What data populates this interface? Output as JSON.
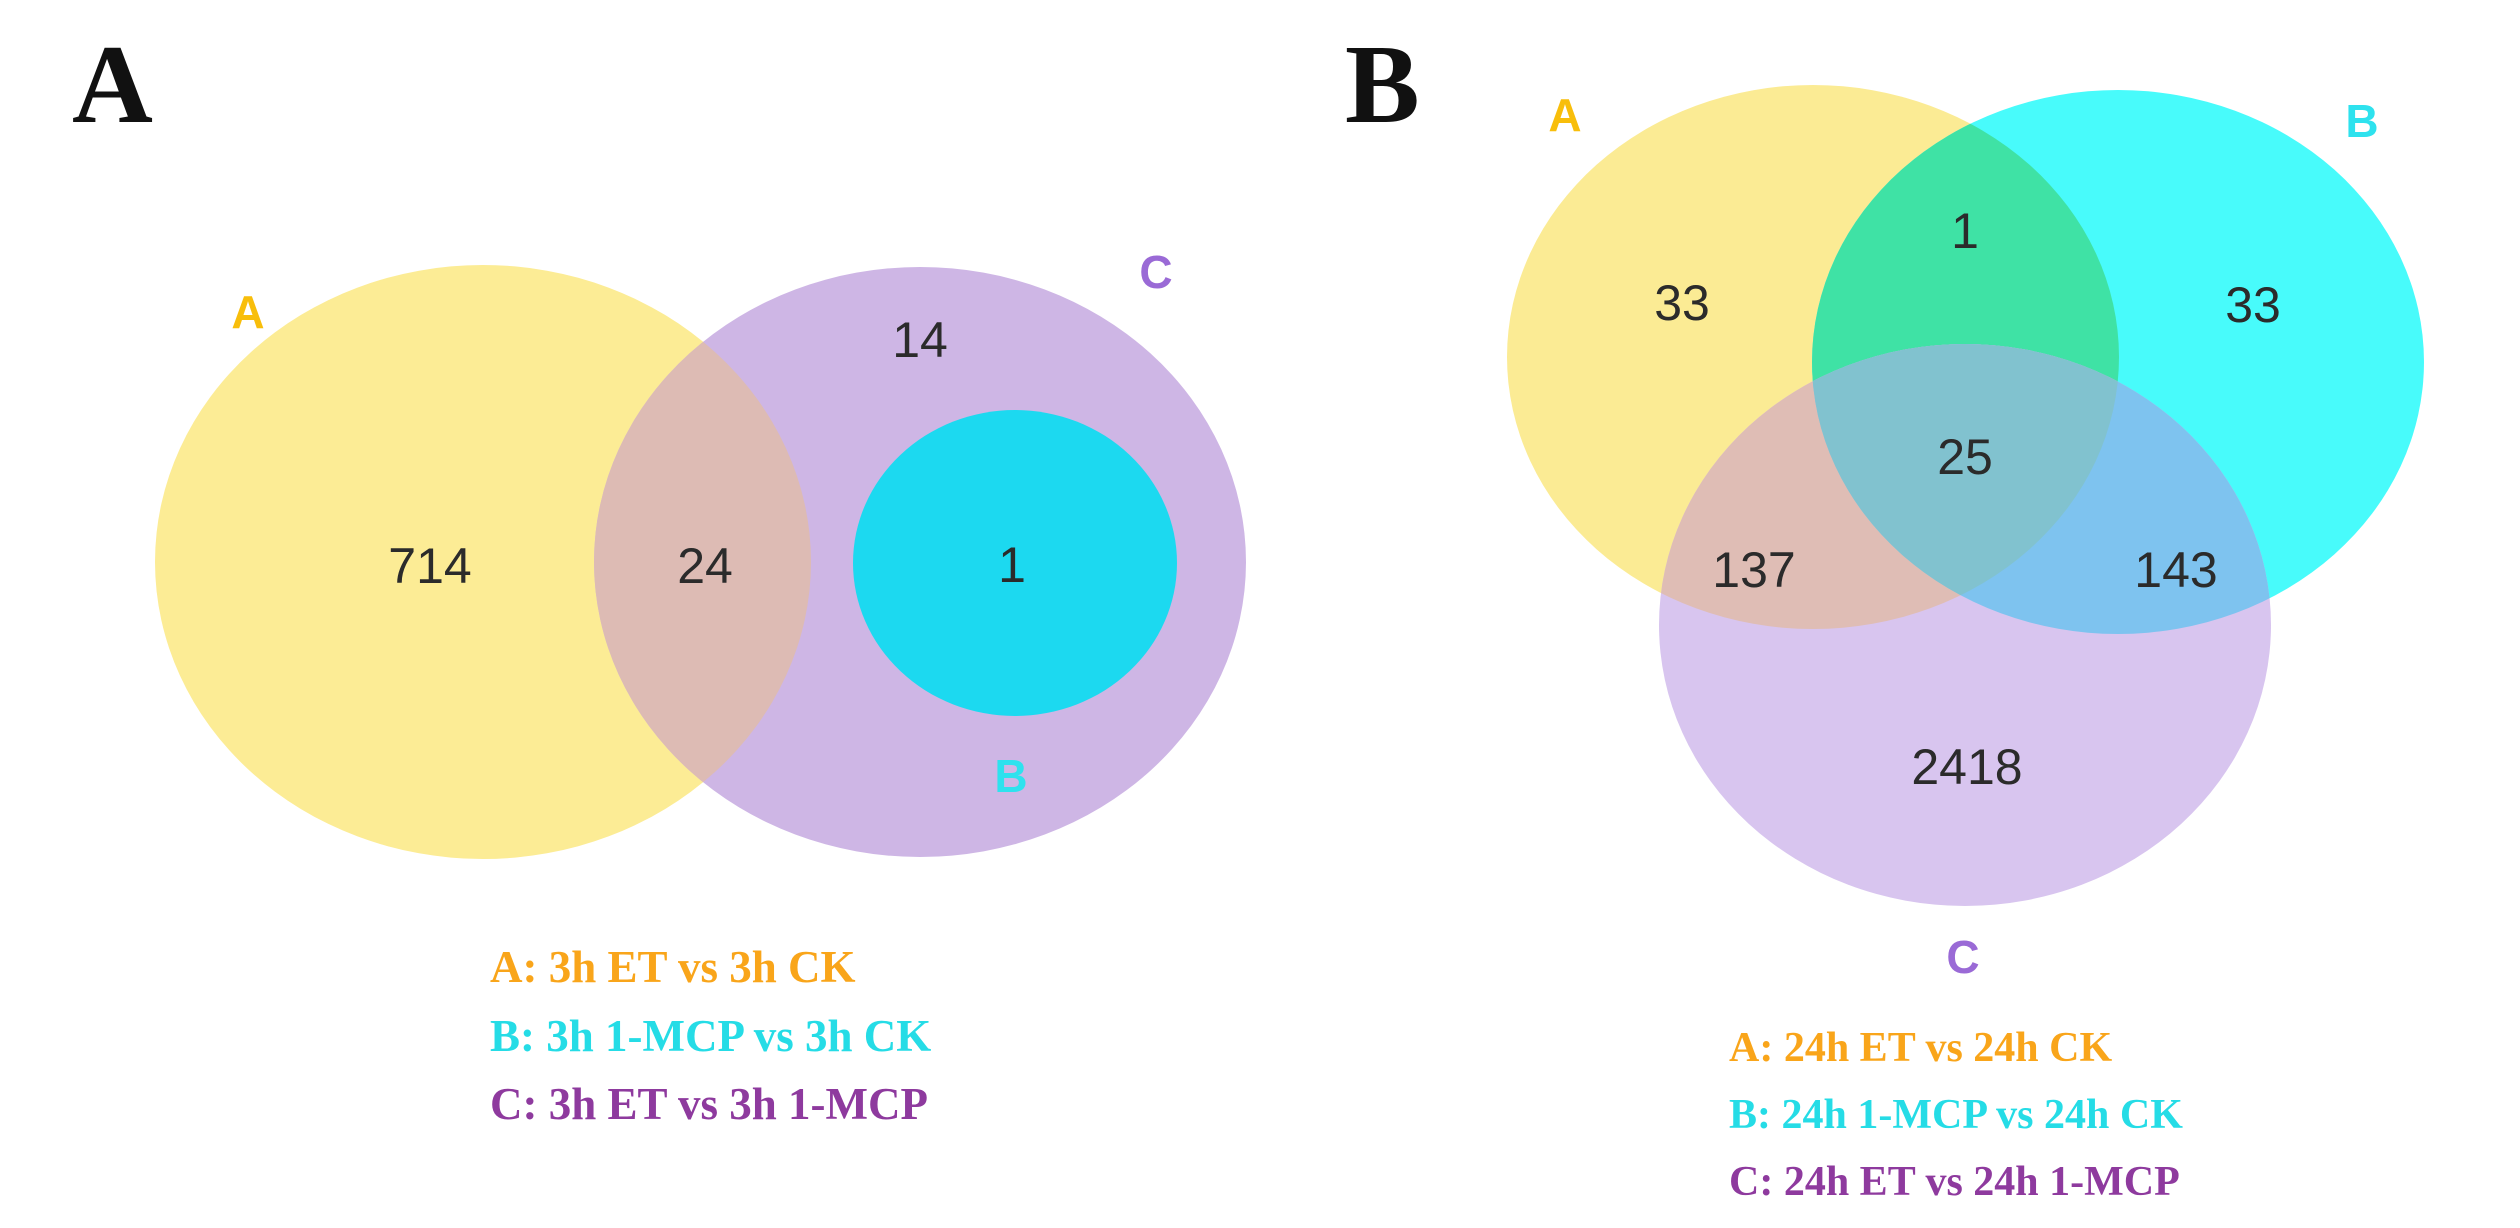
{
  "figure": {
    "panels": [
      {
        "letter": "A",
        "labels": {
          "A": "A",
          "B": "B",
          "C": "C"
        },
        "counts": {
          "A_only": "714",
          "A_and_C": "24",
          "C_only": "14",
          "B_within_C": "1"
        },
        "legend": [
          {
            "set": "A",
            "text": "A: 3h ET vs 3h CK",
            "color": "#F9A51A"
          },
          {
            "set": "B",
            "text": "B: 3h 1-MCP vs 3h CK",
            "color": "#25DCE6"
          },
          {
            "set": "C",
            "text": "C: 3h ET vs 3h 1-MCP",
            "color": "#8E3A9E"
          }
        ]
      },
      {
        "letter": "B",
        "labels": {
          "A": "A",
          "B": "B",
          "C": "C"
        },
        "counts": {
          "A_only": "33",
          "B_only": "33",
          "C_only": "2418",
          "A_and_B": "1",
          "A_and_C": "137",
          "B_and_C": "143",
          "A_B_C": "25"
        },
        "legend": [
          {
            "set": "A",
            "text": "A: 24h ET vs 24h CK",
            "color": "#F9A51A"
          },
          {
            "set": "B",
            "text": "B: 24h 1-MCP vs 24h CK",
            "color": "#25DCE6"
          },
          {
            "set": "C",
            "text": "C: 24h ET vs 24h 1-MCP",
            "color": "#8E3A9E"
          }
        ]
      }
    ]
  },
  "chart_data": [
    {
      "type": "venn",
      "panel": "A",
      "sets": {
        "A": "3h ET vs 3h CK",
        "B": "3h 1-MCP vs 3h CK",
        "C": "3h ET vs 3h 1-MCP"
      },
      "regions": {
        "A_only": 714,
        "A_and_C": 24,
        "C_only": 14,
        "B_within_C": 1
      },
      "layout": "two overlapping circles (A yellow left, C purple right) with B cyan circle fully nested inside C"
    },
    {
      "type": "venn",
      "panel": "B",
      "sets": {
        "A": "24h ET vs 24h CK",
        "B": "24h 1-MCP vs 24h CK",
        "C": "24h ET vs 24h 1-MCP"
      },
      "regions": {
        "A_only": 33,
        "B_only": 33,
        "C_only": 2418,
        "A_and_B": 1,
        "A_and_C": 137,
        "B_and_C": 143,
        "A_and_B_and_C": 25
      },
      "layout": "classic three-circle venn: A yellow top-left, B cyan top-right, C purple bottom"
    }
  ],
  "palette": {
    "panel_a_yellow_fill": "#FCEC95",
    "panel_a_purple_fill": "#CEB6E5",
    "panel_a_overlap_rose": "#DDBBB4",
    "panel_a_cyan_fill": "#1CD9F0",
    "panel_b_yellow_fill": "#FBEB94",
    "panel_b_cyan_fill": "#48FBFB",
    "panel_b_purple_fill": "#D8C5EF",
    "panel_b_overlap_green": "#3FE2A5",
    "panel_b_overlap_rose": "#DFBDB5",
    "panel_b_overlap_sky": "#7EC3EF",
    "panel_b_overlap_teal": "#81C2CF",
    "label_gold": "#F8BE0B",
    "label_cyan": "#2EE2EE",
    "label_purple": "#9A6AD6",
    "count_text": "#2b2b2b",
    "panel_letter": "#111111"
  }
}
